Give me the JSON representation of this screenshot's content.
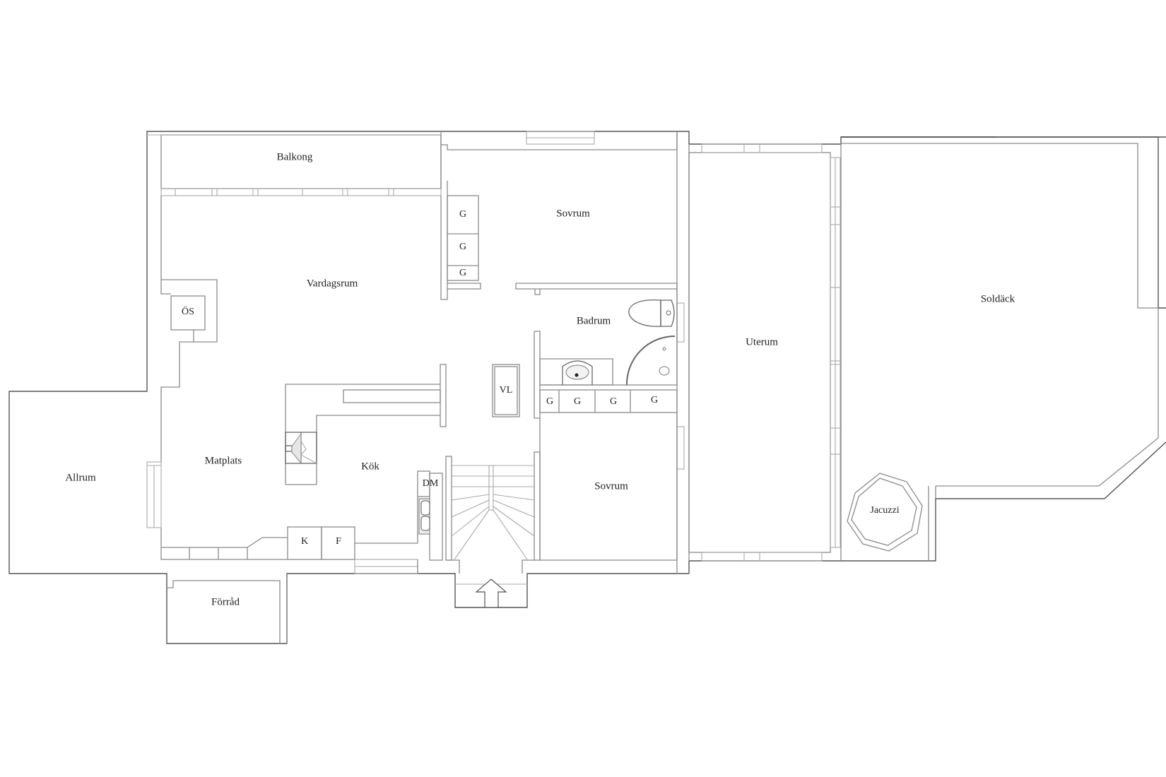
{
  "plan": {
    "rooms": {
      "balkong": "Balkong",
      "vardagsrum": "Vardagsrum",
      "sovrum_top": "Sovrum",
      "badrum": "Badrum",
      "uterum": "Uterum",
      "soldack": "Soldäck",
      "allrum": "Allrum",
      "matplats": "Matplats",
      "kok": "Kök",
      "sovrum_bottom": "Sovrum",
      "forrad": "Förråd",
      "jacuzzi": "Jacuzzi"
    },
    "fixtures": {
      "os": "ÖS",
      "vl": "VL",
      "dm": "DM",
      "k": "K",
      "f": "F",
      "wardrobe": "G"
    },
    "wardrobes_top": [
      "G",
      "G",
      "G"
    ],
    "wardrobes_bottom": [
      "G",
      "G",
      "G",
      "G"
    ],
    "icons": {
      "entrance": "entrance-arrow-icon",
      "stairs": "staircase-icon",
      "toilet": "toilet-icon",
      "sink": "sink-icon",
      "shower": "shower-icon",
      "stove": "fireplace-icon",
      "kitchen_sink": "kitchen-sink-icon",
      "hot_tub": "jacuzzi-icon"
    },
    "colors": {
      "wall": "#8a8a8a",
      "outer_wall": "#555555",
      "text": "#222222",
      "background": "#ffffff"
    }
  }
}
